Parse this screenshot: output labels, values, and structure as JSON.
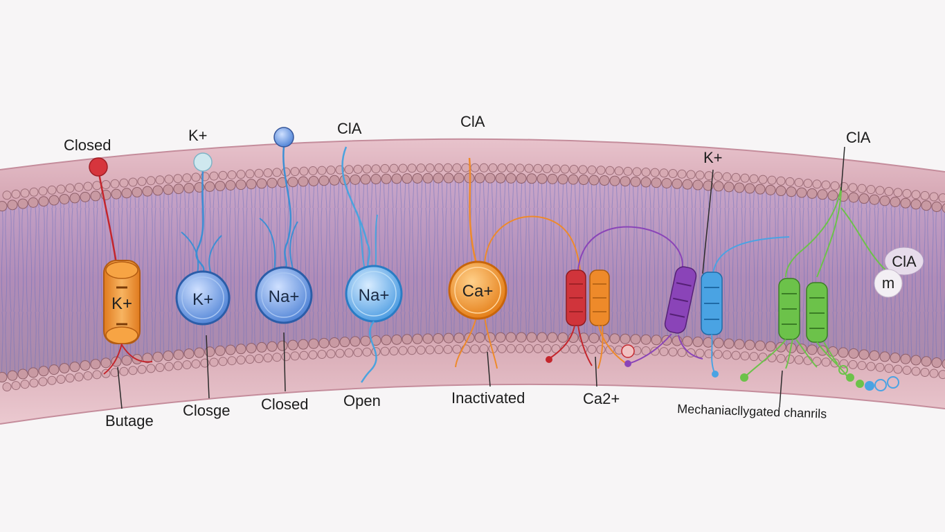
{
  "top_labels": {
    "closed": "Closed",
    "k_plus_1": "K+",
    "cl_1": "ClA",
    "cl_2": "ClA",
    "k_plus_2": "K+",
    "cl_3": "ClA"
  },
  "channels": {
    "k": "K+",
    "k2": "K+",
    "na1": "Na+",
    "na2": "Na+",
    "ca": "Ca+"
  },
  "side_labels": {
    "cl": "ClA",
    "m": "m"
  },
  "bottom_labels": {
    "butage": "Butage",
    "closge": "Closge",
    "closed": "Closed",
    "open": "Open",
    "inactivated": "Inactivated",
    "ca2": "Ca2+",
    "mechanical": "Mechaniacllygated chanrils"
  },
  "colors": {
    "membrane": "#d9aebb",
    "membrane_core": "#b897bd",
    "lipid_head": "#c99aa3",
    "lipid_tail": "#7d7fc0",
    "k_channel": "#f09a3c",
    "blue_channel": "#5f8fd8",
    "ca_channel": "#f2921e",
    "red_helix": "#d0343b",
    "orange_helix": "#ee8a2a",
    "purple_helix": "#8a44b8",
    "blue_helix": "#4aa3e3",
    "green_helix": "#6cc24a"
  }
}
